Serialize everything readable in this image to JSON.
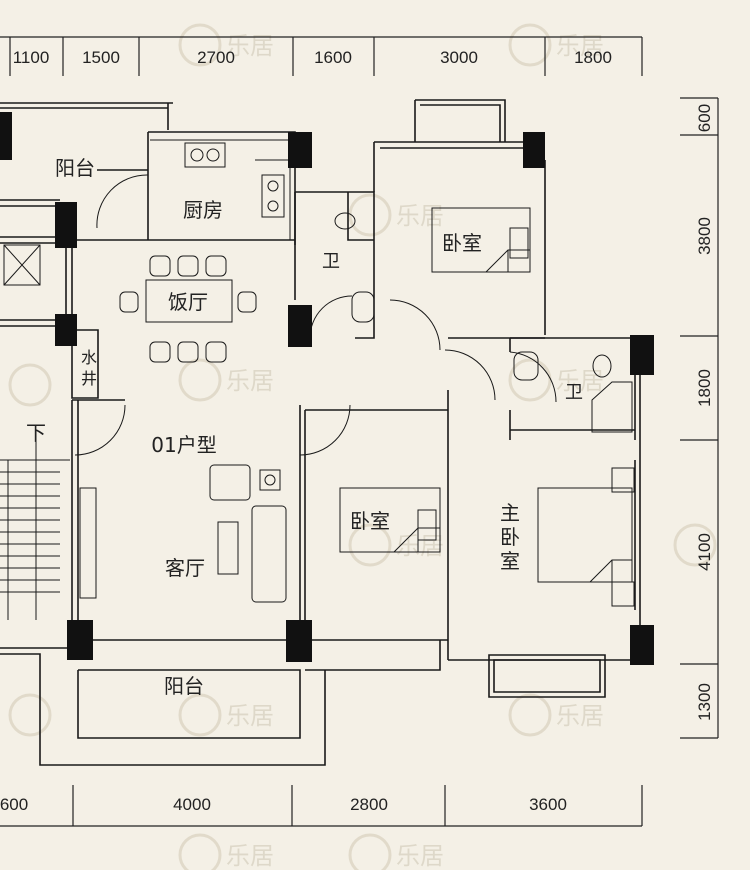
{
  "plan": {
    "unit_type": "01户型",
    "rooms": {
      "balcony_top": "阳台",
      "kitchen": "厨房",
      "dining": "饭厅",
      "living": "客厅",
      "bath1": "卫",
      "bath2": "卫",
      "bedroom1": "卧室",
      "bedroom2": "卧室",
      "master": "主卧室",
      "balcony_bottom": "阳台",
      "shaft_line1": "水",
      "shaft_line2": "井",
      "stair_down": "下"
    },
    "dims_top": [
      "1100",
      "1500",
      "2700",
      "1600",
      "3000",
      "1800"
    ],
    "dims_bottom": [
      "600",
      "4000",
      "2800",
      "3600"
    ],
    "dims_right": [
      "600",
      "3800",
      "1800",
      "4100",
      "1300"
    ],
    "watermark": "乐居",
    "colors": {
      "background": "#f4f0e6",
      "wall": "#1a1a1a",
      "line": "#222222"
    }
  }
}
